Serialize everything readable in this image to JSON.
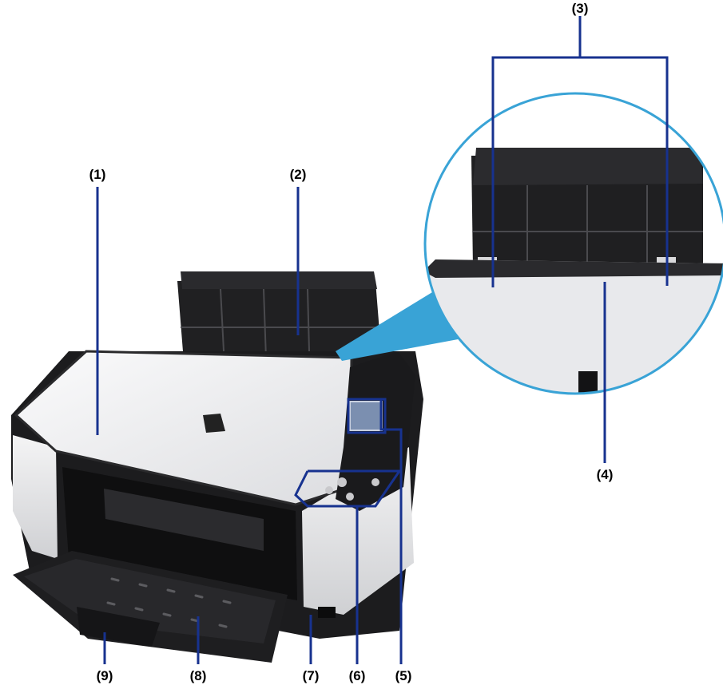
{
  "labels": [
    {
      "id": "1",
      "text": "(1)"
    },
    {
      "id": "2",
      "text": "(2)"
    },
    {
      "id": "3",
      "text": "(3)"
    },
    {
      "id": "4",
      "text": "(4)"
    },
    {
      "id": "5",
      "text": "(5)"
    },
    {
      "id": "6",
      "text": "(6)"
    },
    {
      "id": "7",
      "text": "(7)"
    },
    {
      "id": "8",
      "text": "(8)"
    },
    {
      "id": "9",
      "text": "(9)"
    }
  ],
  "colors": {
    "leader": "#17328f",
    "callout": "#39a3d6",
    "body": "#e9eaec",
    "dark": "#1b1b1d"
  }
}
